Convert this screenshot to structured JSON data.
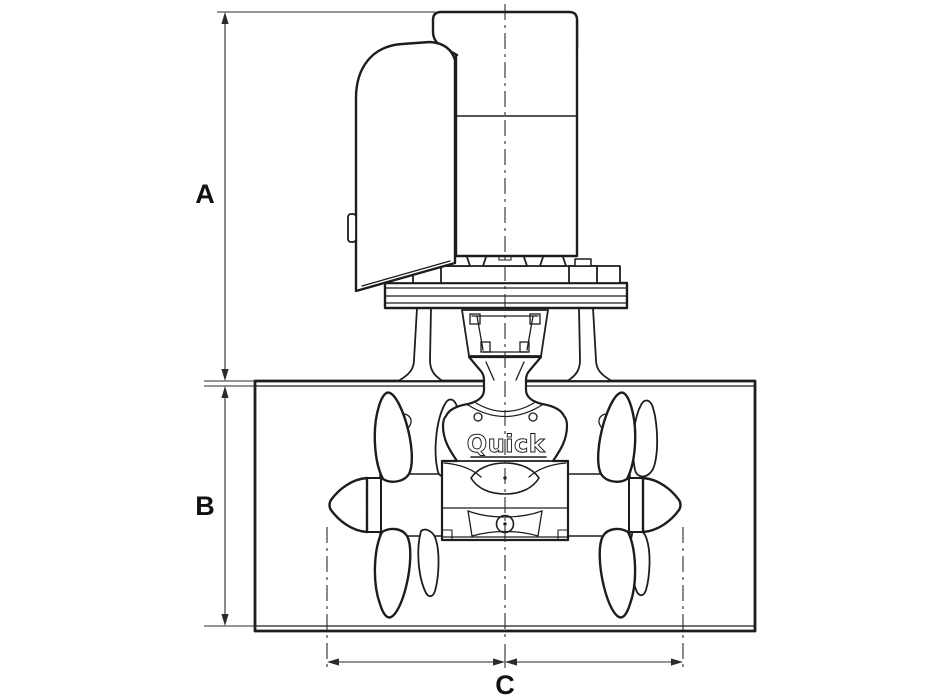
{
  "figure": {
    "kind": "technical-dimension-drawing",
    "subject": "Bow thruster side view: electric motor with cover, mounting flange, tunnel and twin four-blade propellers",
    "brand_logo": "Quick"
  },
  "dimensions": {
    "a": "A",
    "b": "B",
    "c": "C"
  },
  "colors": {
    "background": "#ffffff",
    "line": "#1d1d1d",
    "dimension_line": "#2b2b2b"
  }
}
